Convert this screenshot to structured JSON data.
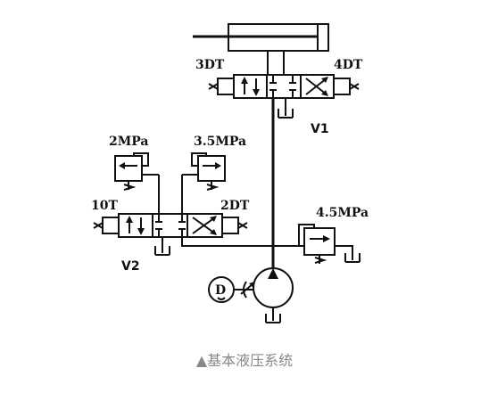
{
  "labels": {
    "solenoid_3dt": "3DT",
    "solenoid_4dt": "4DT",
    "valve_v1": "V1",
    "relief_2mpa": "2MPa",
    "relief_3_5mpa": "3.5MPa",
    "solenoid_1dt": "10T",
    "solenoid_2dt": "2DT",
    "relief_4_5mpa": "4.5MPa",
    "valve_v2": "V2",
    "motor_symbol": "D"
  },
  "caption": "▲基本液压系统"
}
